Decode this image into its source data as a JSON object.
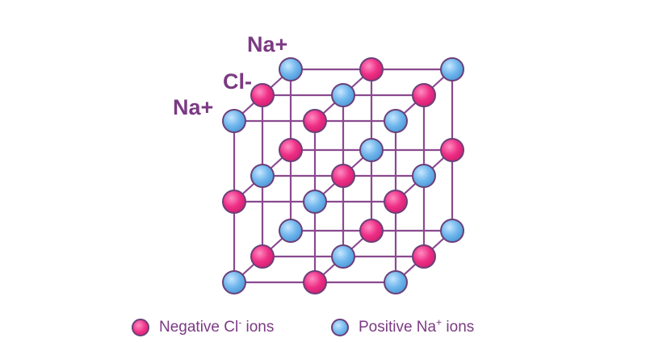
{
  "structure_labels": {
    "top": "Na+",
    "middle": "Cl-",
    "bottom": "Na+"
  },
  "legend": {
    "negative": {
      "prefix": "Negative Cl",
      "superscript": "-",
      "suffix": " ions"
    },
    "positive": {
      "prefix": "Positive Na",
      "superscript": "+",
      "suffix": " ions"
    }
  },
  "colors": {
    "cl_ion": "#ee2f86",
    "na_ion": "#6fb6ec",
    "bond": "#8a4a8f",
    "ion_outline": "#6b3f78",
    "label": "#7b3a83"
  },
  "lattice": {
    "grid_size": 3,
    "rule": "ion is Na+ when (i + j + k) is even, Cl- when odd"
  }
}
